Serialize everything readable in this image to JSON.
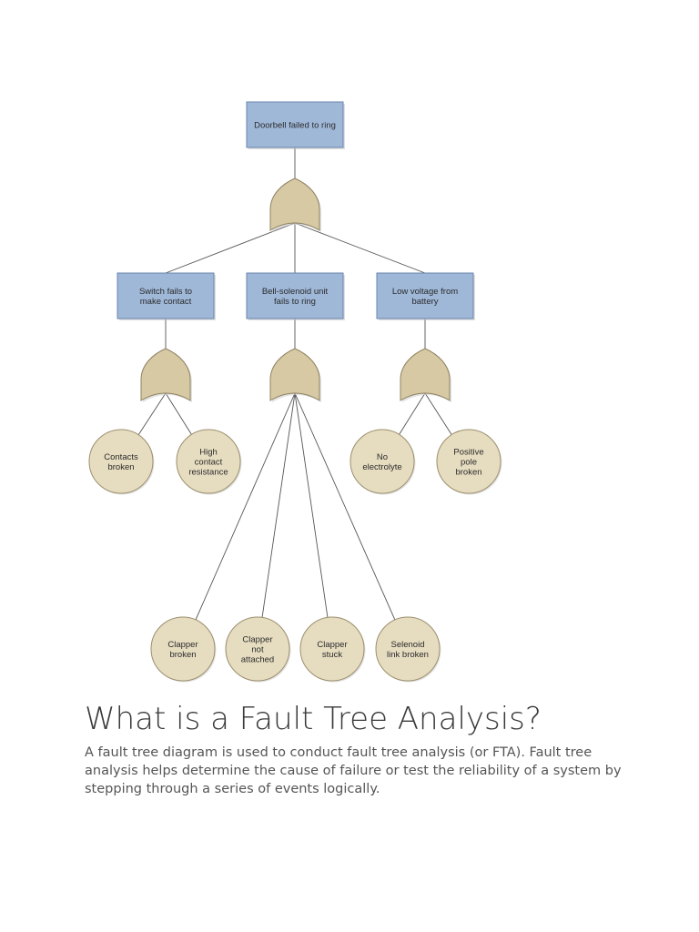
{
  "colors": {
    "event_box": "#9fb8d8",
    "event_box_border": "#6a86ad",
    "gate": "#d6c9a4",
    "gate_border": "#8f8262",
    "basic_event": "#e6dcc0",
    "basic_event_border": "#9b8f6e",
    "connector": "#555555"
  },
  "diagram": {
    "top_event": [
      "Doorbell failed to ring"
    ],
    "intermediate_events": [
      {
        "lines": [
          "Switch fails to",
          "make contact"
        ]
      },
      {
        "lines": [
          "Bell-solenoid unit",
          "fails to ring"
        ]
      },
      {
        "lines": [
          "Low voltage from",
          "battery"
        ]
      }
    ],
    "basic_events": [
      {
        "lines": [
          "Contacts",
          "broken"
        ]
      },
      {
        "lines": [
          "High",
          "contact",
          "resistance"
        ]
      },
      {
        "lines": [
          "No",
          "electrolyte"
        ]
      },
      {
        "lines": [
          "Positive",
          "pole",
          "broken"
        ]
      },
      {
        "lines": [
          "Clapper",
          "broken"
        ]
      },
      {
        "lines": [
          "Clapper",
          "not",
          "attached"
        ]
      },
      {
        "lines": [
          "Clapper",
          "stuck"
        ]
      },
      {
        "lines": [
          "Selenoid",
          "link broken"
        ]
      }
    ],
    "gate_icon": "or-gate-icon"
  },
  "article": {
    "heading": "What is a Fault Tree Analysis?",
    "body": "A fault tree diagram is used to conduct fault tree analysis (or FTA). Fault tree analysis helps determine the cause of failure or test the reliability of a system by stepping through a series of events logically."
  }
}
